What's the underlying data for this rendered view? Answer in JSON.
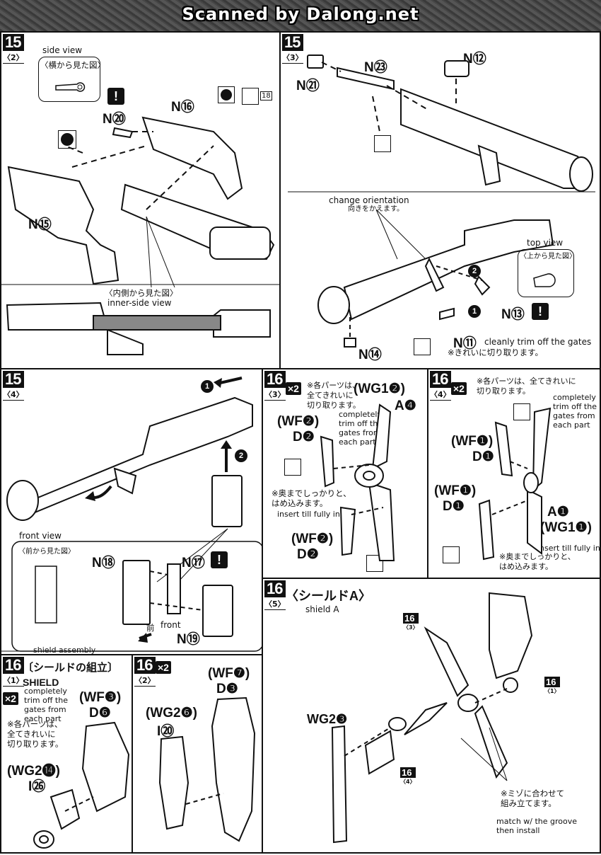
{
  "header": {
    "title": "Scanned by Dalong.net"
  },
  "p1": {
    "step": "15",
    "sub": "〈2〉",
    "side_view_en": "side view",
    "side_view_jp": "〈横から見た図〉",
    "part_n20": "N⑳",
    "part_n16": "N⑯",
    "part_n15": "N⑮",
    "ref_18": "18",
    "inner_jp": "〈内側から見た図〉",
    "inner_en": "inner-side view"
  },
  "p2": {
    "step": "15",
    "sub": "〈3〉",
    "part_n21": "N㉑",
    "part_n23": "N㉓",
    "part_n12": "N⑫",
    "change_en": "change orientation",
    "change_jp": "向きをかえます。",
    "top_en": "top view",
    "top_jp": "〈上から見た図〉",
    "part_n13": "N⑬",
    "part_n11": "N⑪",
    "part_n14": "N⑭",
    "trim_en": "cleanly trim off the gates",
    "trim_jp": "※きれいに切り取ります。",
    "order1": "1",
    "order2": "2"
  },
  "p3": {
    "step": "15",
    "sub": "〈4〉",
    "order1": "1",
    "order2": "2",
    "front_en": "front view",
    "front_jp": "〈前から見た図〉",
    "part_n18": "N⑱",
    "part_n17": "N⑰",
    "part_n19": "N⑲",
    "front_jp2": "前",
    "front_en2": "front",
    "shield_assembly": "shield assembly"
  },
  "p4": {
    "step": "16",
    "sub": "〈3〉",
    "x2": "×2",
    "jp_note": "※各パーツは、\n全てきれいに\n切り取ります。",
    "en_note": "completely\ntrim off the\ngates from\neach part",
    "wg12": "(WG1❷)",
    "a4": "A❹",
    "wf2a": "(WF❷)",
    "d2a": "D❷",
    "insert_jp": "※奥までしっかりと、\nはめ込みます。",
    "insert_en": "insert till fully in",
    "wf2b": "(WF❷)",
    "d2b": "D❷"
  },
  "p5": {
    "step": "16",
    "sub": "〈4〉",
    "x2": "×2",
    "jp_note": "※各パーツは、全てきれいに\n切り取ります。",
    "en_note": "completely\ntrim off the\ngates from\neach part",
    "wf1a": "(WF❶)",
    "d1a": "D❶",
    "wf1b": "(WF❶)",
    "d1b": "D❶",
    "a1": "A❶",
    "wg11": "(WG1❶)",
    "insert_en": "insert till fully in",
    "insert_jp": "※奥までしっかりと、\nはめ込みます。"
  },
  "p6": {
    "step": "16",
    "sub": "〈5〉",
    "title_jp": "〈シールドA〉",
    "title_en": "shield A",
    "ref3": "16",
    "ref3_sub": "〈3〉",
    "ref1": "16",
    "ref1_sub": "〈1〉",
    "ref4": "16",
    "ref4_sub": "〈4〉",
    "wg23": "WG2❸",
    "groove_jp": "※ミゾに合わせて\n組み立てます。",
    "groove_en": "match w/ the groove\nthen install"
  },
  "p7": {
    "step": "16",
    "sub": "〈1〉",
    "title_jp": "〔シールドの組立〕",
    "shield_word": "SHIELD",
    "x2": "×2",
    "en_note": "completely\ntrim off the\ngates from\neach part",
    "jp_note": "※各パーツは、\n全てきれいに\n切り取ります。",
    "wf3": "(WF❸)",
    "d6": "D❻",
    "wg214": "(WG2⓮)",
    "i26": "I㉖"
  },
  "p8": {
    "step": "16",
    "sub": "〈2〉",
    "x2": "×2",
    "wf7": "(WF❼)",
    "d3": "D❸",
    "wg26": "(WG2❻)",
    "i20": "I⑳"
  }
}
